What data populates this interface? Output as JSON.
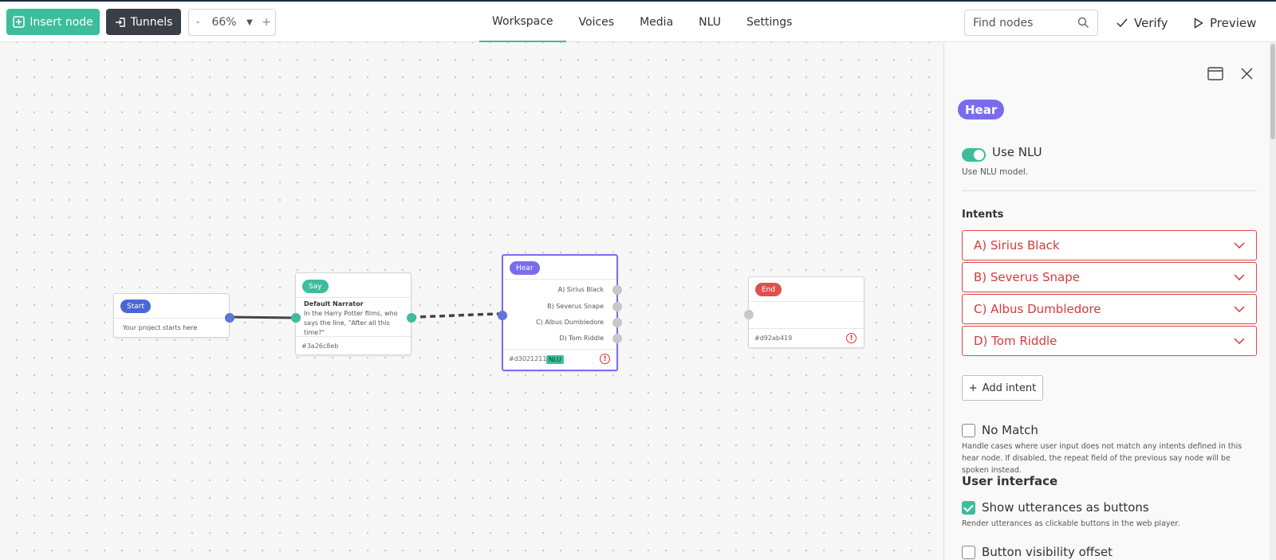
{
  "toolbar": {
    "insert_label": "Insert node",
    "tunnels_label": "Tunnels",
    "zoom": {
      "minus": "-",
      "value": "66%",
      "plus": "+"
    },
    "tabs": [
      {
        "label": "Workspace",
        "active": true
      },
      {
        "label": "Voices"
      },
      {
        "label": "Media"
      },
      {
        "label": "NLU"
      },
      {
        "label": "Settings"
      }
    ],
    "search_placeholder": "Find nodes",
    "verify_label": "Verify",
    "preview_label": "Preview"
  },
  "colors": {
    "accent": "#3dbd9c",
    "hear": "#7a6cee",
    "start": "#4a66d6",
    "end": "#e05050",
    "error": "#d83a3a"
  },
  "nodes": {
    "start": {
      "label": "Start",
      "text": "Your project starts here"
    },
    "say": {
      "label": "Say",
      "character": "Default Narrator",
      "text": "In the Harry Potter films, who says the line, \"After all this time?\"",
      "id": "#3a26c8eb"
    },
    "hear": {
      "label": "Hear",
      "outputs": [
        "A) Sirius Black",
        "B) Severus Snape",
        "C) Albus Dumbledore",
        "D) Tom Riddle"
      ],
      "id": "#d3021211",
      "tag": "NLU"
    },
    "end": {
      "label": "End",
      "id": "#d92ab419"
    }
  },
  "panel": {
    "badge": "Hear",
    "use_nlu_label": "Use NLU",
    "use_nlu_hint": "Use NLU model.",
    "intents_heading": "Intents",
    "intents": [
      "A) Sirius Black",
      "B) Severus Snape",
      "C) Albus Dumbledore",
      "D) Tom Riddle"
    ],
    "add_intent_label": "Add intent",
    "no_match_label": "No Match",
    "no_match_hint": "Handle cases where user input does not match any intents defined in this hear node. If disabled, the repeat field of the previous say node will be spoken instead.",
    "ui_heading": "User interface",
    "show_utterances_label": "Show utterances as buttons",
    "show_utterances_hint": "Render utterances as clickable buttons in the web player.",
    "button_offset_label": "Button visibility offset"
  }
}
